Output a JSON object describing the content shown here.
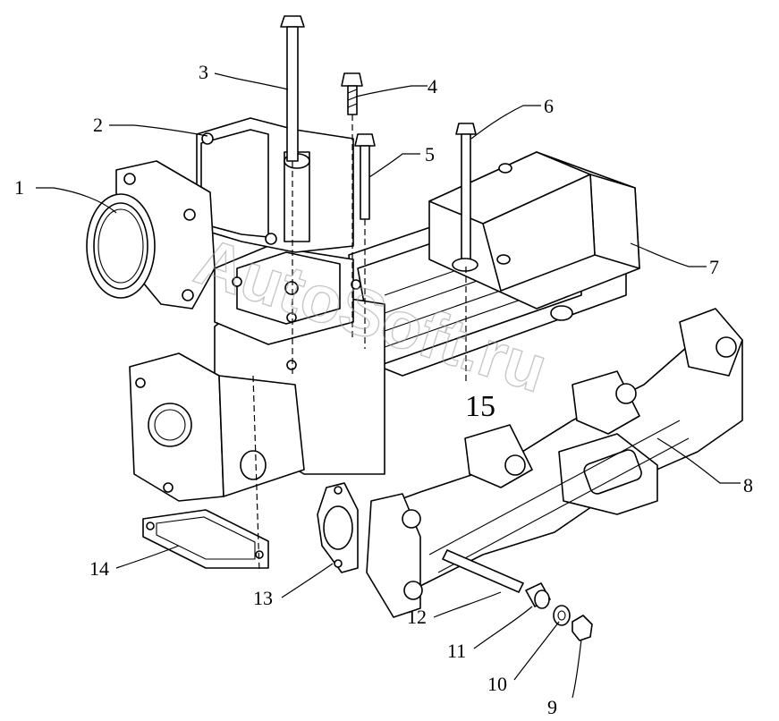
{
  "diagram": {
    "figure_number": "15",
    "watermark": "AutoSoft.ru",
    "callouts": [
      "1",
      "2",
      "3",
      "4",
      "5",
      "6",
      "7",
      "8",
      "9",
      "10",
      "11",
      "12",
      "13",
      "14"
    ]
  }
}
